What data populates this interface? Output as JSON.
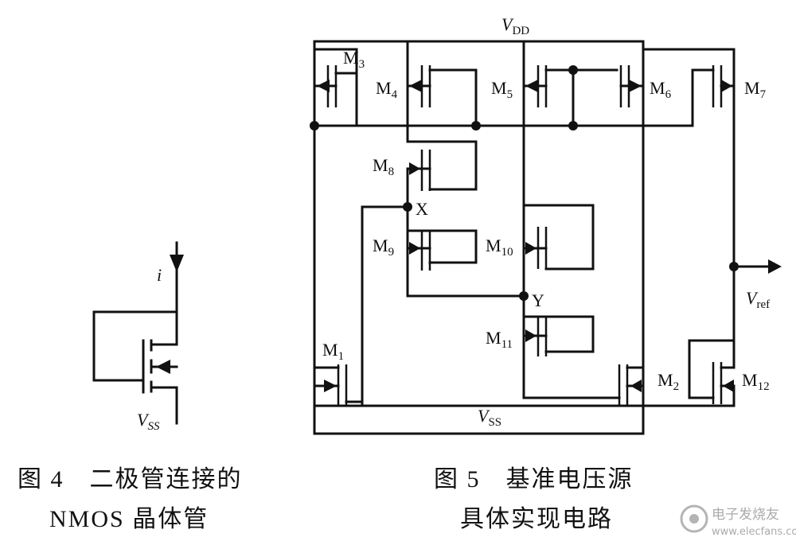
{
  "fig4": {
    "current_label": "i",
    "supply_label": "V",
    "supply_sub": "SS",
    "caption_line1": "图 4　二极管连接的",
    "caption_line2": "NMOS 晶体管"
  },
  "fig5": {
    "vdd_label": "V",
    "vdd_sub": "DD",
    "vss_label": "V",
    "vss_sub": "SS",
    "vref_label": "V",
    "vref_sub": "ref",
    "node_x": "X",
    "node_y": "Y",
    "transistors": [
      {
        "id": "M3",
        "name": "M",
        "sub": "3"
      },
      {
        "id": "M4",
        "name": "M",
        "sub": "4"
      },
      {
        "id": "M5",
        "name": "M",
        "sub": "5"
      },
      {
        "id": "M6",
        "name": "M",
        "sub": "6"
      },
      {
        "id": "M7",
        "name": "M",
        "sub": "7"
      },
      {
        "id": "M8",
        "name": "M",
        "sub": "8"
      },
      {
        "id": "M9",
        "name": "M",
        "sub": "9"
      },
      {
        "id": "M10",
        "name": "M",
        "sub": "10"
      },
      {
        "id": "M11",
        "name": "M",
        "sub": "11"
      },
      {
        "id": "M1",
        "name": "M",
        "sub": "1"
      },
      {
        "id": "M2",
        "name": "M",
        "sub": "2"
      },
      {
        "id": "M12",
        "name": "M",
        "sub": "12"
      }
    ],
    "caption_line1": "图 5　基准电压源",
    "caption_line2": "具体实现电路"
  },
  "watermark": {
    "logo_text": "电子发烧友",
    "url": "www.elecfans.com"
  }
}
